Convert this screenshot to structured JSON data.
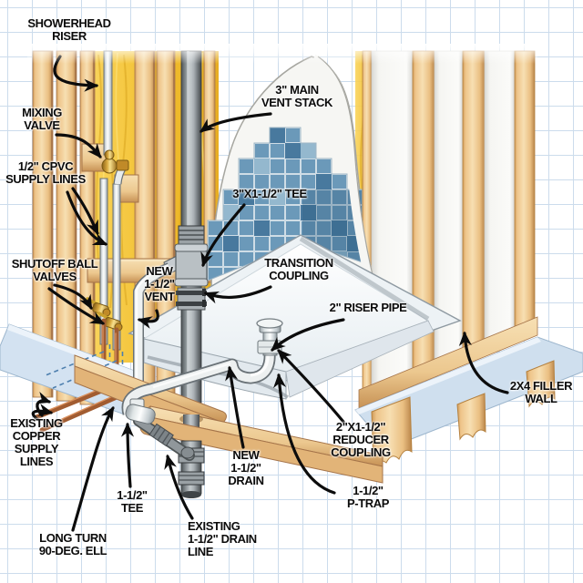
{
  "figure": {
    "kind": "plumbing rough-in cutaway illustration",
    "background": "graph paper",
    "palette": {
      "grid_blue": "#ccdcec",
      "wood_light": "#f6deb2",
      "wood_mid": "#eec489",
      "wood_dark": "#b5813f",
      "insulation_yellow": "#f2bf2e",
      "stack_gray": "#7e8589",
      "pvc_white": "#eef1f1",
      "brass": "#d8a83e",
      "copper": "#a15c31",
      "tile_blue": "#6b99b9",
      "tile_blue_dark": "#48799e",
      "pan_white": "#fbfdfe",
      "floor_blue": "#cfdfee",
      "drywall": "#f5f5f2",
      "label_color": "#0b0b0b",
      "arrow_color": "#0c0c0c",
      "dashed_hidden_line": "#4d7fae"
    }
  },
  "labels": [
    {
      "id": "showerhead-riser",
      "text": "SHOWERHEAD\nRISER"
    },
    {
      "id": "mixing-valve",
      "text": "MIXING\nVALVE"
    },
    {
      "id": "cpvc-supply-lines",
      "text": "1/2\" CPVC\nSUPPLY LINES"
    },
    {
      "id": "shutoff-ball-valves",
      "text": "SHUTOFF BALL\nVALVES"
    },
    {
      "id": "new-vent",
      "text": "NEW\n1-1/2\"\nVENT"
    },
    {
      "id": "main-vent-stack",
      "text": "3\" MAIN\nVENT STACK"
    },
    {
      "id": "tee-3x112",
      "text": "3\"X1-1/2\" TEE"
    },
    {
      "id": "transition-coupling",
      "text": "TRANSITION\nCOUPLING"
    },
    {
      "id": "riser-pipe-2in",
      "text": "2\" RISER PIPE"
    },
    {
      "id": "filler-wall-2x4",
      "text": "2X4 FILLER\nWALL"
    },
    {
      "id": "existing-copper",
      "text": "EXISTING\nCOPPER\nSUPPLY\nLINES"
    },
    {
      "id": "long-turn-ell",
      "text": "LONG TURN\n90-DEG. ELL"
    },
    {
      "id": "tee-112",
      "text": "1-1/2\"\nTEE"
    },
    {
      "id": "existing-drain-line",
      "text": "EXISTING\n1-1/2\" DRAIN\nLINE"
    },
    {
      "id": "new-drain",
      "text": "NEW\n1-1/2\"\nDRAIN"
    },
    {
      "id": "reducer-coupling",
      "text": "2\"X1-1/2\"\nREDUCER\nCOUPLING"
    },
    {
      "id": "p-trap",
      "text": "1-1/2\"\nP-TRAP"
    }
  ]
}
